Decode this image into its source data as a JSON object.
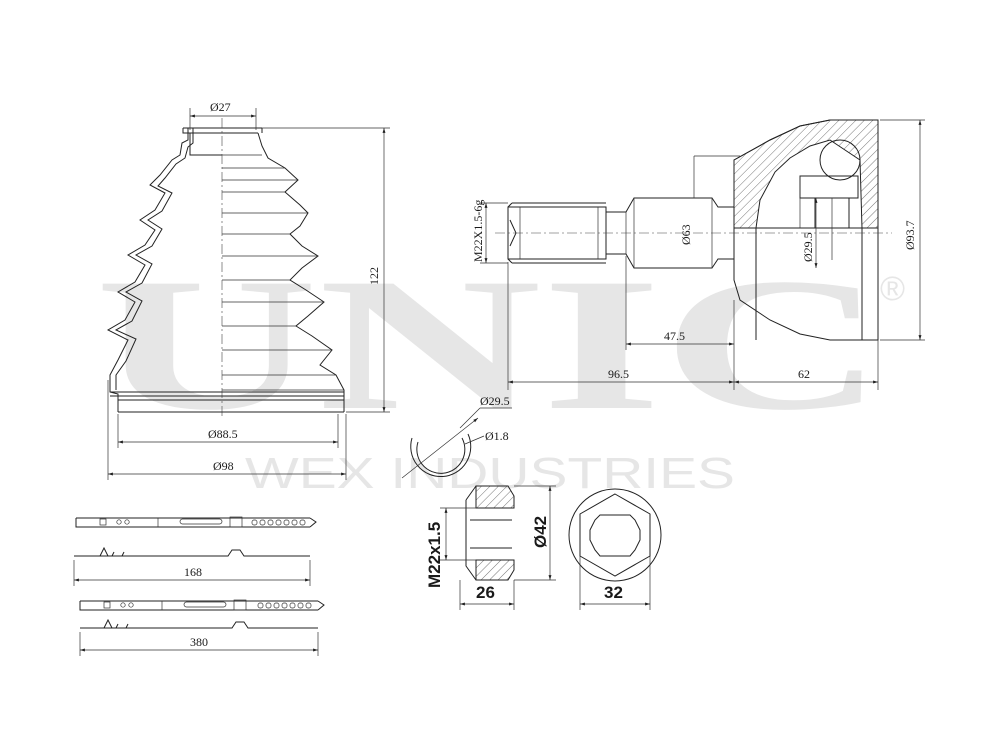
{
  "watermark": {
    "brand": "UNIC",
    "registered": "®",
    "subtitle": "WEX INDUSTRIES"
  },
  "boot": {
    "d_small": "Ø27",
    "height": "122",
    "d_band": "Ø88.5",
    "d_outer": "Ø98"
  },
  "joint": {
    "thread": "M22X1.5-6g",
    "d_shaft": "Ø63",
    "d_inner": "Ø29.5",
    "d_outer": "Ø93.7",
    "len_shaft": "47.5",
    "len_stub": "96.5",
    "len_bell": "62"
  },
  "ring": {
    "d": "Ø29.5",
    "wire": "Ø1.8"
  },
  "nut": {
    "thread": "M22x1.5",
    "d": "Ø42",
    "height": "26",
    "width": "32"
  },
  "clamps": [
    {
      "length": "168"
    },
    {
      "length": "380"
    }
  ]
}
